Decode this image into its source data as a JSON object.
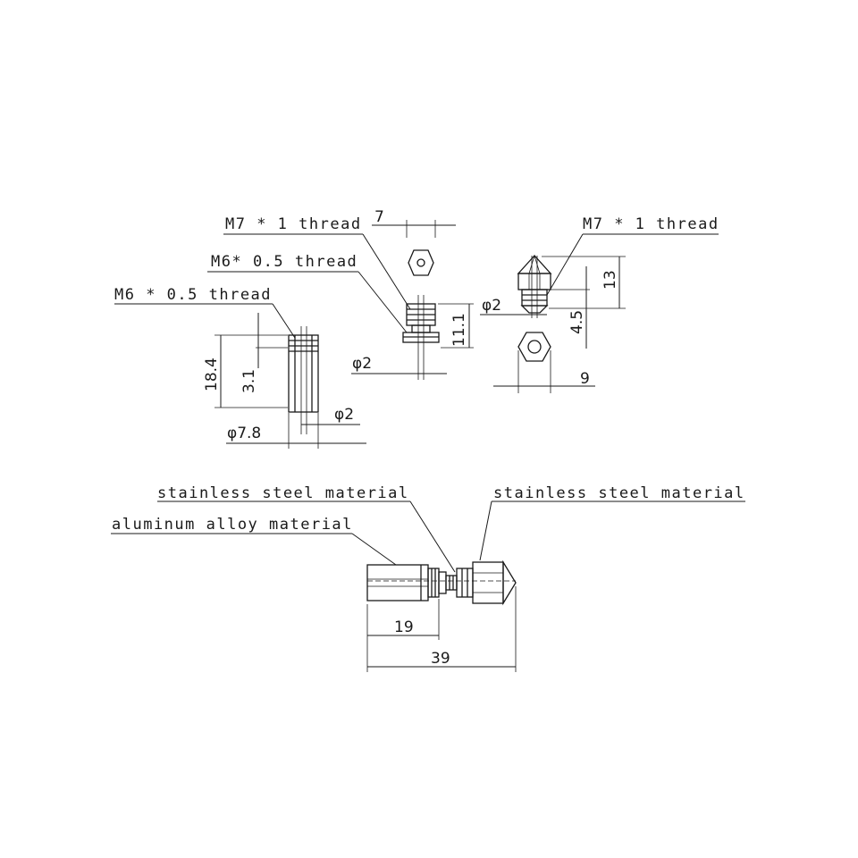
{
  "labels": {
    "m7_thread_left": "M7 * 1 thread",
    "m6_thread_throat": "M6* 0.5 thread",
    "m6_thread_block": "M6 * 0.5 thread",
    "m7_thread_right": "M7 * 1 thread",
    "stainless_left": "stainless steel material",
    "stainless_right": "stainless steel material",
    "aluminum": "aluminum alloy material"
  },
  "dimensions": {
    "throat_hex": "7",
    "throat_height": "11.1",
    "throat_bore": "φ2",
    "block_height": "18.4",
    "block_thread_len": "3.1",
    "block_bore": "φ2",
    "block_diameter": "φ7.8",
    "nozzle_bore": "φ2",
    "nozzle_height": "13",
    "nozzle_thread_len": "4.5",
    "nozzle_hex": "9",
    "assembly_part": "19",
    "assembly_total": "39"
  }
}
